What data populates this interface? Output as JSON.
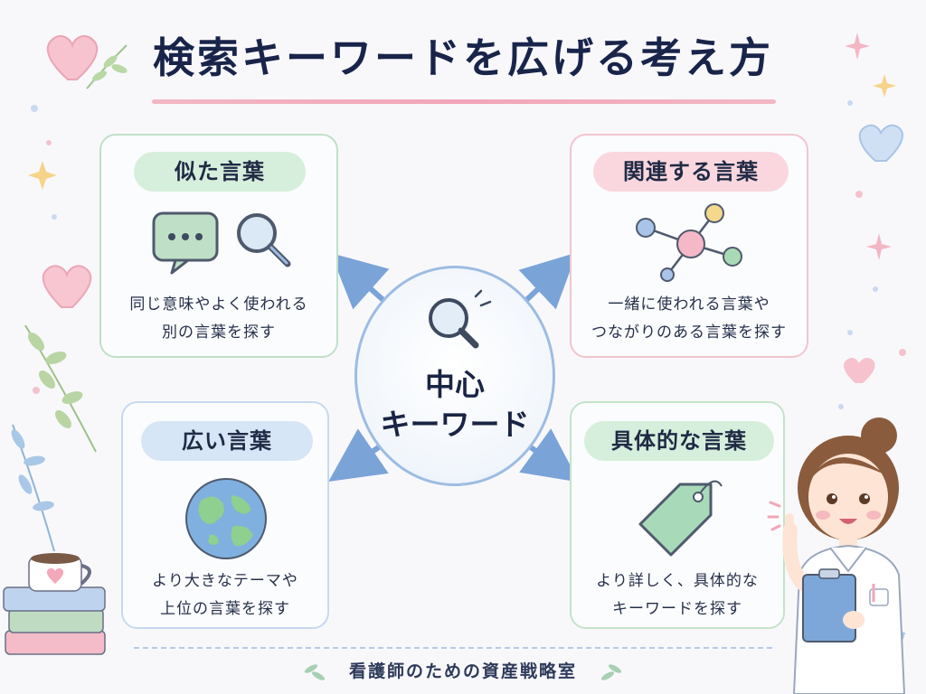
{
  "title": "検索キーワードを広げる考え方",
  "center": {
    "line1": "中心",
    "line2": "キーワード"
  },
  "cards": [
    {
      "key": "similar",
      "label": "似た言葉",
      "desc1": "同じ意味やよく使われる",
      "desc2": "別の言葉を探す",
      "icon": "speech-bubble-and-magnifier"
    },
    {
      "key": "related",
      "label": "関連する言葉",
      "desc1": "一緒に使われる言葉や",
      "desc2": "つながりのある言葉を探す",
      "icon": "network-nodes"
    },
    {
      "key": "broad",
      "label": "広い言葉",
      "desc1": "より大きなテーマや",
      "desc2": "上位の言葉を探す",
      "icon": "globe"
    },
    {
      "key": "specific",
      "label": "具体的な言葉",
      "desc1": "より詳しく、具体的な",
      "desc2": "キーワードを探す",
      "icon": "tag"
    }
  ],
  "footer": "看護師のための資産戦略室",
  "colors": {
    "green": "#d6efdc",
    "pink": "#fad7de",
    "blue": "#d7e6f6",
    "accent_line": "#f2a6b8",
    "title": "#19244a"
  }
}
